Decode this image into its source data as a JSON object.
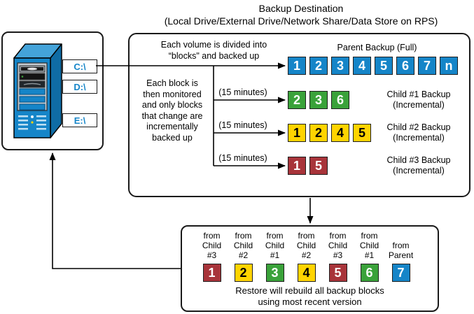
{
  "title": {
    "line1": "Backup Destination",
    "line2": "(Local Drive/External Drive/Network Share/Data Store on RPS)"
  },
  "server": {
    "drives": [
      {
        "label": "C:\\"
      },
      {
        "label": "D:\\"
      },
      {
        "label": "E:\\"
      }
    ]
  },
  "destination": {
    "volume_note": "Each volume is divided into\n“blocks\" and backed up",
    "monitor_note": "Each block is\nthen monitored\nand only blocks\nthat change are\nincrementally\nbacked up",
    "parent": {
      "label": "Parent Backup (Full)",
      "blocks": [
        "1",
        "2",
        "3",
        "4",
        "5",
        "6",
        "7",
        "n"
      ],
      "color": "blue"
    },
    "children": [
      {
        "interval": "(15 minutes)",
        "label": "Child #1 Backup\n(Incremental)",
        "blocks": [
          "2",
          "3",
          "6"
        ],
        "color": "green"
      },
      {
        "interval": "(15 minutes)",
        "label": "Child #2 Backup\n(Incremental)",
        "blocks": [
          "1",
          "2",
          "4",
          "5"
        ],
        "color": "yellow"
      },
      {
        "interval": "(15 minutes)",
        "label": "Child #3 Backup\n(Incremental)",
        "blocks": [
          "1",
          "5"
        ],
        "color": "red"
      }
    ]
  },
  "restore": {
    "columns": [
      {
        "label": "from\nChild\n#3",
        "block": "1",
        "color": "red"
      },
      {
        "label": "from\nChild\n#2",
        "block": "2",
        "color": "yellow"
      },
      {
        "label": "from\nChild\n#1",
        "block": "3",
        "color": "green"
      },
      {
        "label": "from\nChild\n#2",
        "block": "4",
        "color": "yellow"
      },
      {
        "label": "from\nChild\n#3",
        "block": "5",
        "color": "red"
      },
      {
        "label": "from\nChild\n#1",
        "block": "6",
        "color": "green"
      },
      {
        "label": "from\nParent",
        "block": "7",
        "color": "blue"
      }
    ],
    "caption": "Restore will rebuild all backup blocks\nusing most recent version"
  },
  "colors": {
    "blue": "#1585c8",
    "green": "#3aa23a",
    "yellow": "#ffd400",
    "red": "#a8343a"
  }
}
